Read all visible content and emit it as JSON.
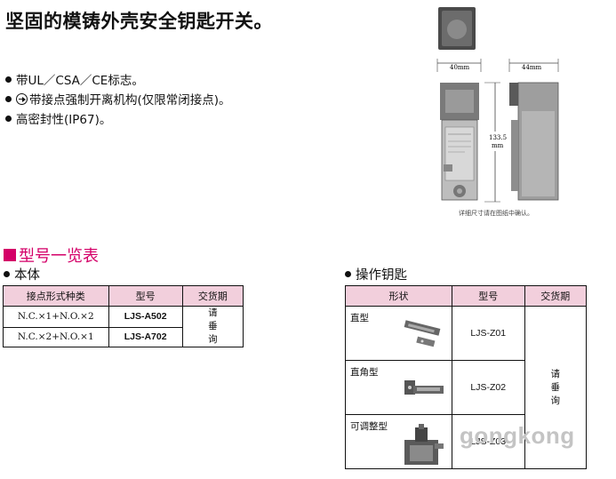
{
  "headline": "坚固的模铸外壳安全钥匙开关。",
  "features": [
    {
      "text": "带UL／CSA／CE标志。",
      "icon": ""
    },
    {
      "text": "带接点强制开离机构(仅限常闭接点)。",
      "icon": "positive-opening-icon"
    },
    {
      "text": "高密封性(IP67)。",
      "icon": ""
    }
  ],
  "figure": {
    "dim_width": "40mm",
    "dim_depth": "44mm",
    "dim_height": "133.5",
    "dim_unit": "mm",
    "note": "详细尺寸请在图纸中确认。"
  },
  "section_title": "型号一览表",
  "body_table": {
    "heading": "本体",
    "headers": [
      "接点形式种类",
      "型号",
      "交货期"
    ],
    "rows": [
      {
        "spec": "N.C.×1+N.O.×2",
        "model": "LJS-A502"
      },
      {
        "spec": "N.C.×2+N.O.×1",
        "model": "LJS-A702"
      }
    ],
    "delivery": "请 垂 询",
    "delivery_chars": [
      "请",
      "垂",
      "询"
    ]
  },
  "key_table": {
    "heading": "操作钥匙",
    "headers": [
      "形状",
      "型号",
      "交货期"
    ],
    "rows": [
      {
        "shape": "直型",
        "model": "LJS-Z01"
      },
      {
        "shape": "直角型",
        "model": "LJS-Z02"
      },
      {
        "shape": "可调整型",
        "model": "LJS-Z03"
      }
    ],
    "delivery_chars": [
      "请",
      "垂",
      "询"
    ]
  },
  "watermark": "gongkong",
  "colors": {
    "accent": "#d40068",
    "header_bg": "#f2cfdc"
  }
}
